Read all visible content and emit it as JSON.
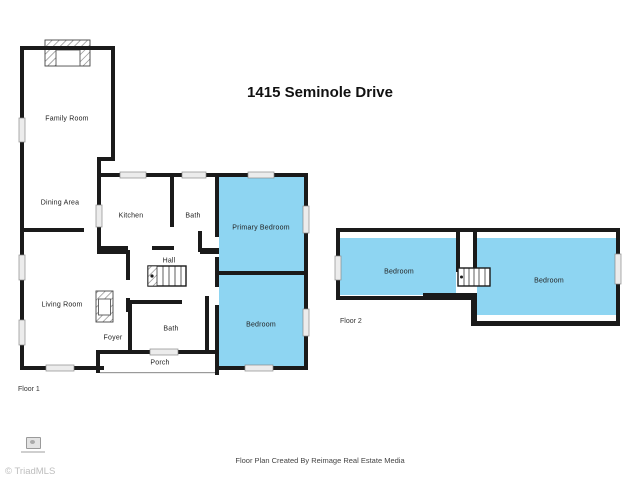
{
  "title": "1415 Seminole Drive",
  "colors": {
    "room_highlight": "#8ED5F2",
    "wall": "#1A1A1A"
  },
  "floor1": {
    "label": "Floor 1",
    "rooms": {
      "family_room": "Family Room",
      "dining_area": "Dining Area",
      "kitchen": "Kitchen",
      "bath_upper": "Bath",
      "primary_bedroom": "Primary Bedroom",
      "hall": "Hall",
      "living_room": "Living Room",
      "foyer": "Foyer",
      "bath_lower": "Bath",
      "bedroom": "Bedroom",
      "porch": "Porch"
    }
  },
  "floor2": {
    "label": "Floor 2",
    "rooms": {
      "bedroom_left": "Bedroom",
      "bedroom_right": "Bedroom"
    }
  },
  "footer": {
    "credit": "Floor Plan Created By Reimage Real Estate Media"
  },
  "watermark": {
    "copyright": "© TriadMLS"
  }
}
